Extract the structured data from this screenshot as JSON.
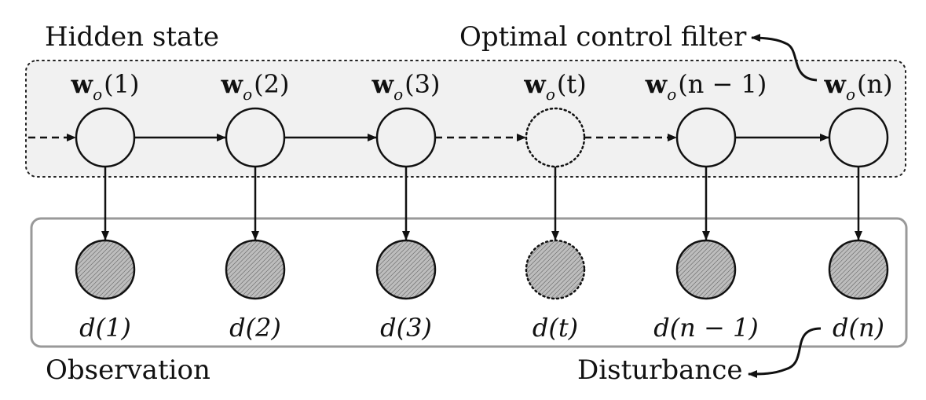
{
  "labels": {
    "hidden_state": "Hidden state",
    "observation": "Observation",
    "optimal_control_filter": "Optimal control filter",
    "disturbance": "Disturbance"
  },
  "hidden_nodes": [
    {
      "bold": "w",
      "sub": "o",
      "arg": "(1)",
      "style": "solid"
    },
    {
      "bold": "w",
      "sub": "o",
      "arg": "(2)",
      "style": "solid"
    },
    {
      "bold": "w",
      "sub": "o",
      "arg": "(3)",
      "style": "solid"
    },
    {
      "bold": "w",
      "sub": "o",
      "arg": "(t)",
      "style": "dotted"
    },
    {
      "bold": "w",
      "sub": "o",
      "arg": "(n − 1)",
      "style": "solid"
    },
    {
      "bold": "w",
      "sub": "o",
      "arg": "(n)",
      "style": "solid"
    }
  ],
  "observation_nodes": [
    {
      "label": "d(1)",
      "style": "solid"
    },
    {
      "label": "d(2)",
      "style": "solid"
    },
    {
      "label": "d(3)",
      "style": "solid"
    },
    {
      "label": "d(t)",
      "style": "dotted"
    },
    {
      "label": "d(n − 1)",
      "style": "solid"
    },
    {
      "label": "d(n)",
      "style": "solid"
    }
  ],
  "edges": [
    {
      "from": "entry",
      "to": 0,
      "style": "dashed"
    },
    {
      "from": 0,
      "to": 1,
      "style": "solid"
    },
    {
      "from": 1,
      "to": 2,
      "style": "solid"
    },
    {
      "from": 2,
      "to": 3,
      "style": "dashed"
    },
    {
      "from": 3,
      "to": 4,
      "style": "dashed"
    },
    {
      "from": 4,
      "to": 5,
      "style": "solid"
    }
  ],
  "colors": {
    "hidden_panel_fill": "#f1f1f1",
    "observation_border": "#999999",
    "observed_node_fill": "#b8b8b8",
    "stroke": "#111111"
  }
}
